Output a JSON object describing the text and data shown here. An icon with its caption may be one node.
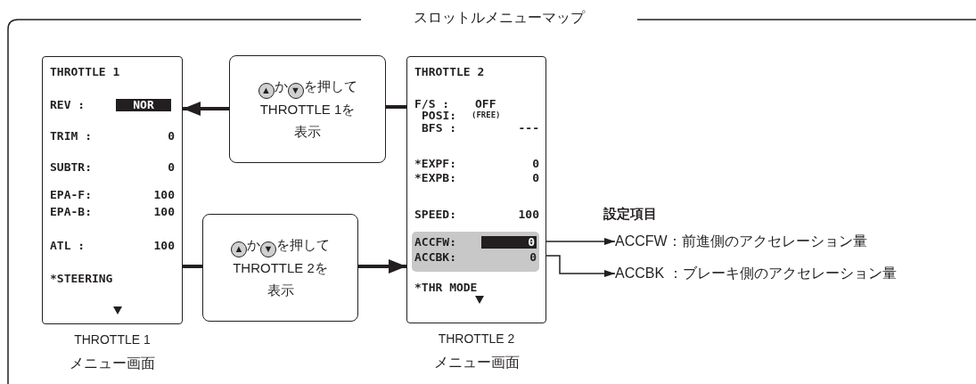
{
  "diagram": {
    "title": "スロットルメニューマップ",
    "nodes": [
      {
        "text": [
          "THROTTLE 1",
          "REV :",
          "NOR",
          "TRIM :",
          "0",
          "SUBTR:",
          "0",
          "EPA-F:",
          "100",
          "EPA-B:",
          "100",
          "ATL :",
          "100",
          "*STEERING"
        ],
        "beside": [
          "THROTTLE 1",
          "メニュー画面"
        ]
      },
      {
        "text": [
          "▲か▼を押して",
          "THROTTLE 1を",
          "表示"
        ]
      },
      {
        "text": [
          "THROTTLE 2",
          "F/S :",
          "OFF",
          "POSI:",
          "(FREE)",
          "BFS :",
          "---",
          "*EXPF:",
          "0",
          "*EXPB:",
          "0",
          "SPEED:",
          "100",
          "*THR MODE"
        ],
        "beside": [
          "THROTTLE 2",
          "メニュー画面"
        ]
      },
      {
        "text": [
          "ACCFW:",
          "0",
          "ACCBK:",
          "0"
        ],
        "in": 2
      },
      {
        "text": [
          "▲か▼を押して",
          "THROTTLE 2を",
          "表示"
        ]
      },
      {
        "text": [
          "ACCFW：前進側のアクセレーション量"
        ]
      },
      {
        "text": [
          "ACCBK ：ブレーキ側のアクセレーション量"
        ]
      }
    ],
    "edges": [
      {
        "from": 2,
        "to": 1,
        "arrow": "none"
      },
      {
        "from": 1,
        "to": 0,
        "arrow": "to"
      },
      {
        "from": 0,
        "to": 4,
        "arrow": "none"
      },
      {
        "from": 4,
        "to": 2,
        "arrow": "to"
      },
      {
        "from": 3,
        "to": 5,
        "arrow": "to"
      },
      {
        "from": 3,
        "to": 6,
        "arrow": "to"
      }
    ],
    "labels": [
      "設定項目"
    ]
  }
}
